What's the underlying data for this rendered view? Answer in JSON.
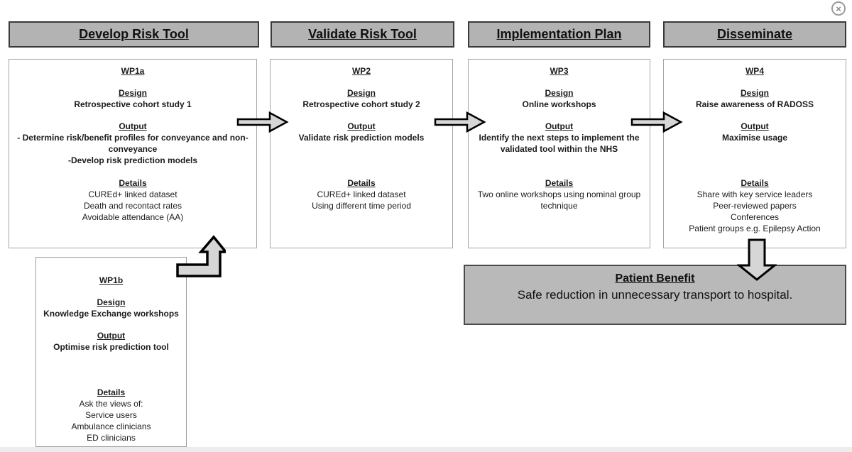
{
  "window": {
    "close_symbol": "×"
  },
  "columns": [
    {
      "header": "Develop Risk Tool",
      "wp": {
        "label": "WP1a",
        "design_heading": "Design",
        "design_lines": [
          "Retrospective cohort study 1"
        ],
        "output_heading": "Output",
        "output_lines": [
          "- Determine risk/benefit profiles for conveyance and non-conveyance",
          "-Develop risk prediction models"
        ],
        "details_heading": "Details",
        "details_lines": [
          "CUREd+ linked dataset",
          "Death and recontact rates",
          "Avoidable attendance (AA)"
        ]
      }
    },
    {
      "header": "Validate Risk Tool",
      "wp": {
        "label": "WP2",
        "design_heading": "Design",
        "design_lines": [
          "Retrospective cohort study 2"
        ],
        "output_heading": "Output",
        "output_lines": [
          "Validate risk prediction models"
        ],
        "details_heading": "Details",
        "details_lines": [
          "CUREd+ linked dataset",
          "Using different time period"
        ]
      }
    },
    {
      "header": "Implementation Plan",
      "wp": {
        "label": "WP3",
        "design_heading": "Design",
        "design_lines": [
          "Online workshops"
        ],
        "output_heading": "Output",
        "output_lines": [
          "Identify the next steps to implement the validated tool within the NHS"
        ],
        "details_heading": "Details",
        "details_lines": [
          "Two online workshops using nominal group technique"
        ]
      }
    },
    {
      "header": "Disseminate",
      "wp": {
        "label": "WP4",
        "design_heading": "Design",
        "design_lines": [
          "Raise awareness of RADOSS"
        ],
        "output_heading": "Output",
        "output_lines": [
          "Maximise usage"
        ],
        "details_heading": "Details",
        "details_lines": [
          "Share with key service leaders",
          "Peer-reviewed papers",
          "Conferences",
          "Patient groups e.g. Epilepsy Action"
        ]
      }
    }
  ],
  "wp1b": {
    "label": "WP1b",
    "design_heading": "Design",
    "design_lines": [
      "Knowledge Exchange workshops"
    ],
    "output_heading": "Output",
    "output_lines": [
      "Optimise risk prediction tool"
    ],
    "details_heading": "Details",
    "details_lines": [
      "Ask the views of:",
      "Service users",
      "Ambulance clinicians",
      "ED clinicians"
    ]
  },
  "patient_benefit": {
    "title": "Patient Benefit",
    "text": "Safe reduction in unnecessary transport to hospital."
  },
  "colors": {
    "header_fill": "#b3b3b3",
    "header_border": "#3a3a3a",
    "box_border": "#a6a6a6",
    "benefit_fill": "#b9b9b9",
    "arrow_fill": "#d6d6d6",
    "arrow_stroke": "#000000"
  }
}
